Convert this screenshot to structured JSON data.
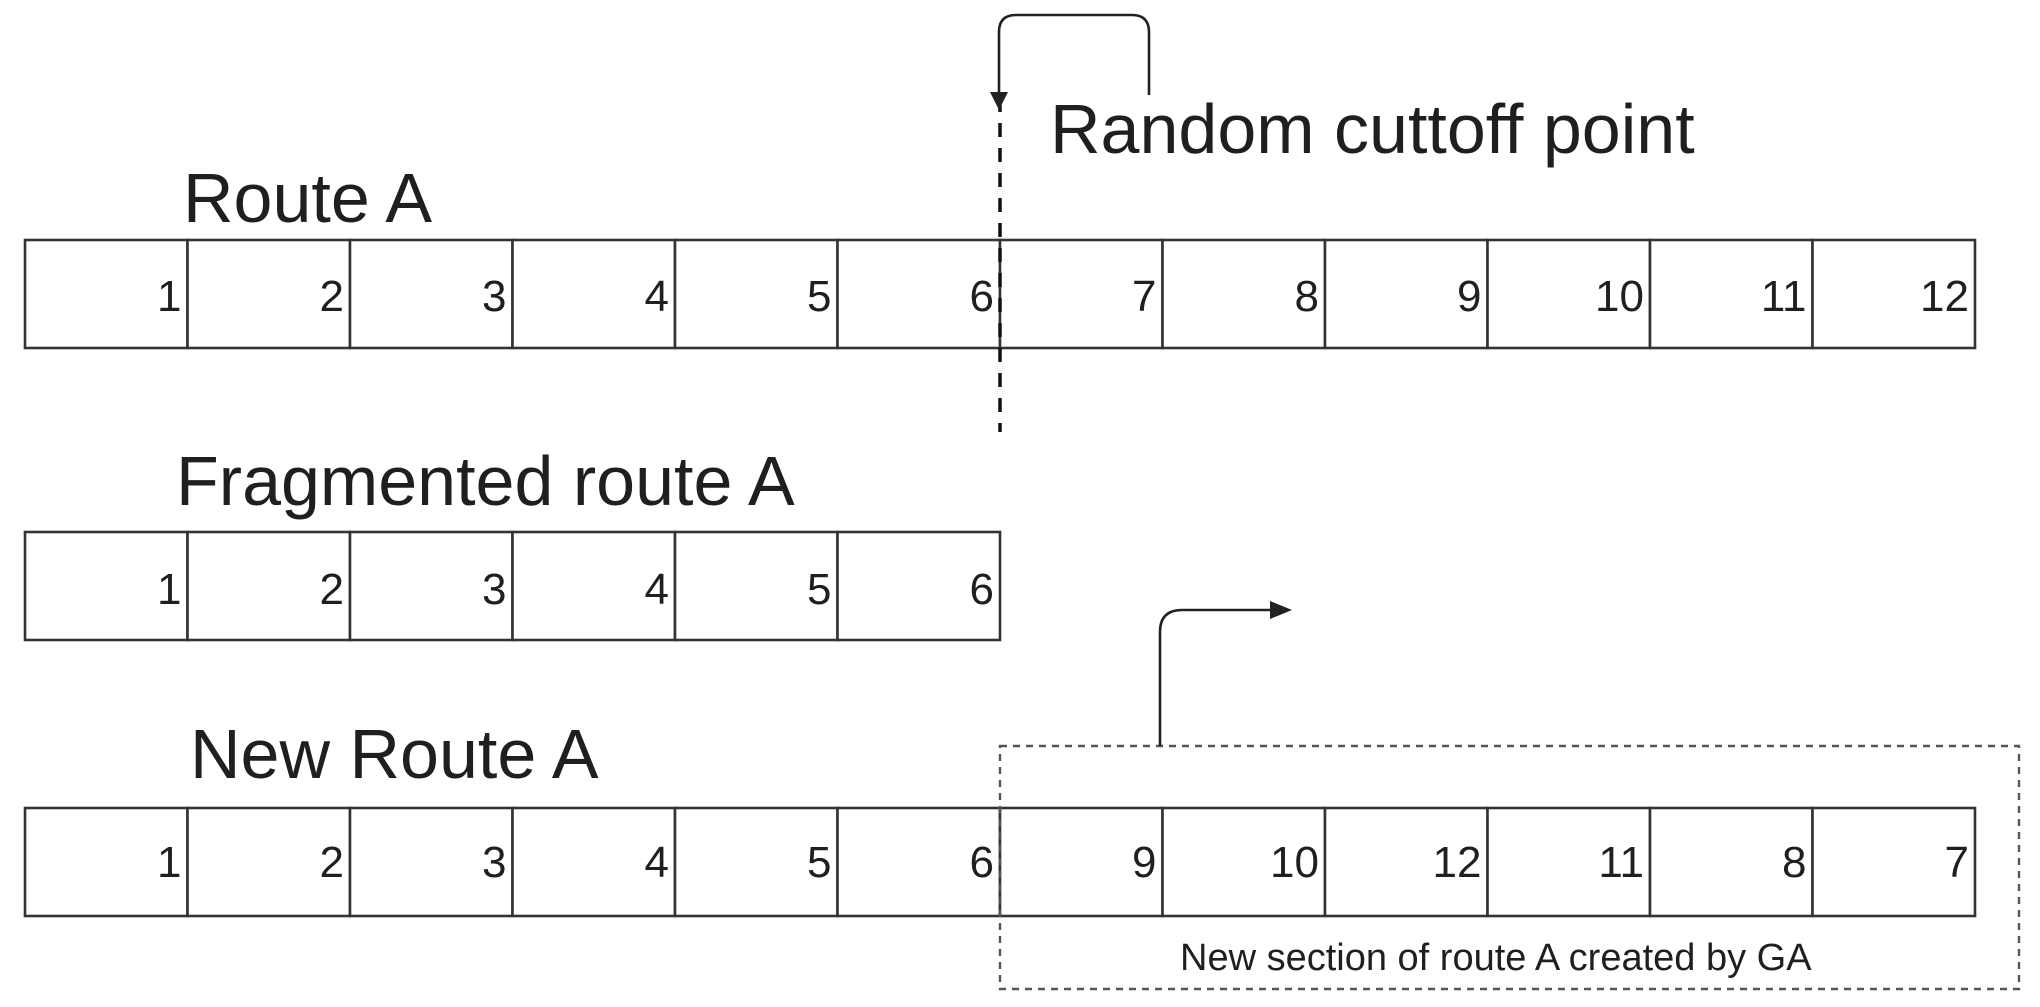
{
  "rows": [
    {
      "id": "route-a",
      "label": "Route A",
      "cells": [
        "1",
        "2",
        "3",
        "4",
        "5",
        "6",
        "7",
        "8",
        "9",
        "10",
        "11",
        "12"
      ]
    },
    {
      "id": "fragmented-route-a",
      "label": "Fragmented route A",
      "cells": [
        "1",
        "2",
        "3",
        "4",
        "5",
        "6"
      ]
    },
    {
      "id": "new-route-a",
      "label": "New Route A",
      "cells": [
        "1",
        "2",
        "3",
        "4",
        "5",
        "6",
        "9",
        "10",
        "12",
        "11",
        "8",
        "7"
      ]
    }
  ],
  "cutoff_label": "Random cuttoff point",
  "new_section_label": "New section of route A created by GA"
}
